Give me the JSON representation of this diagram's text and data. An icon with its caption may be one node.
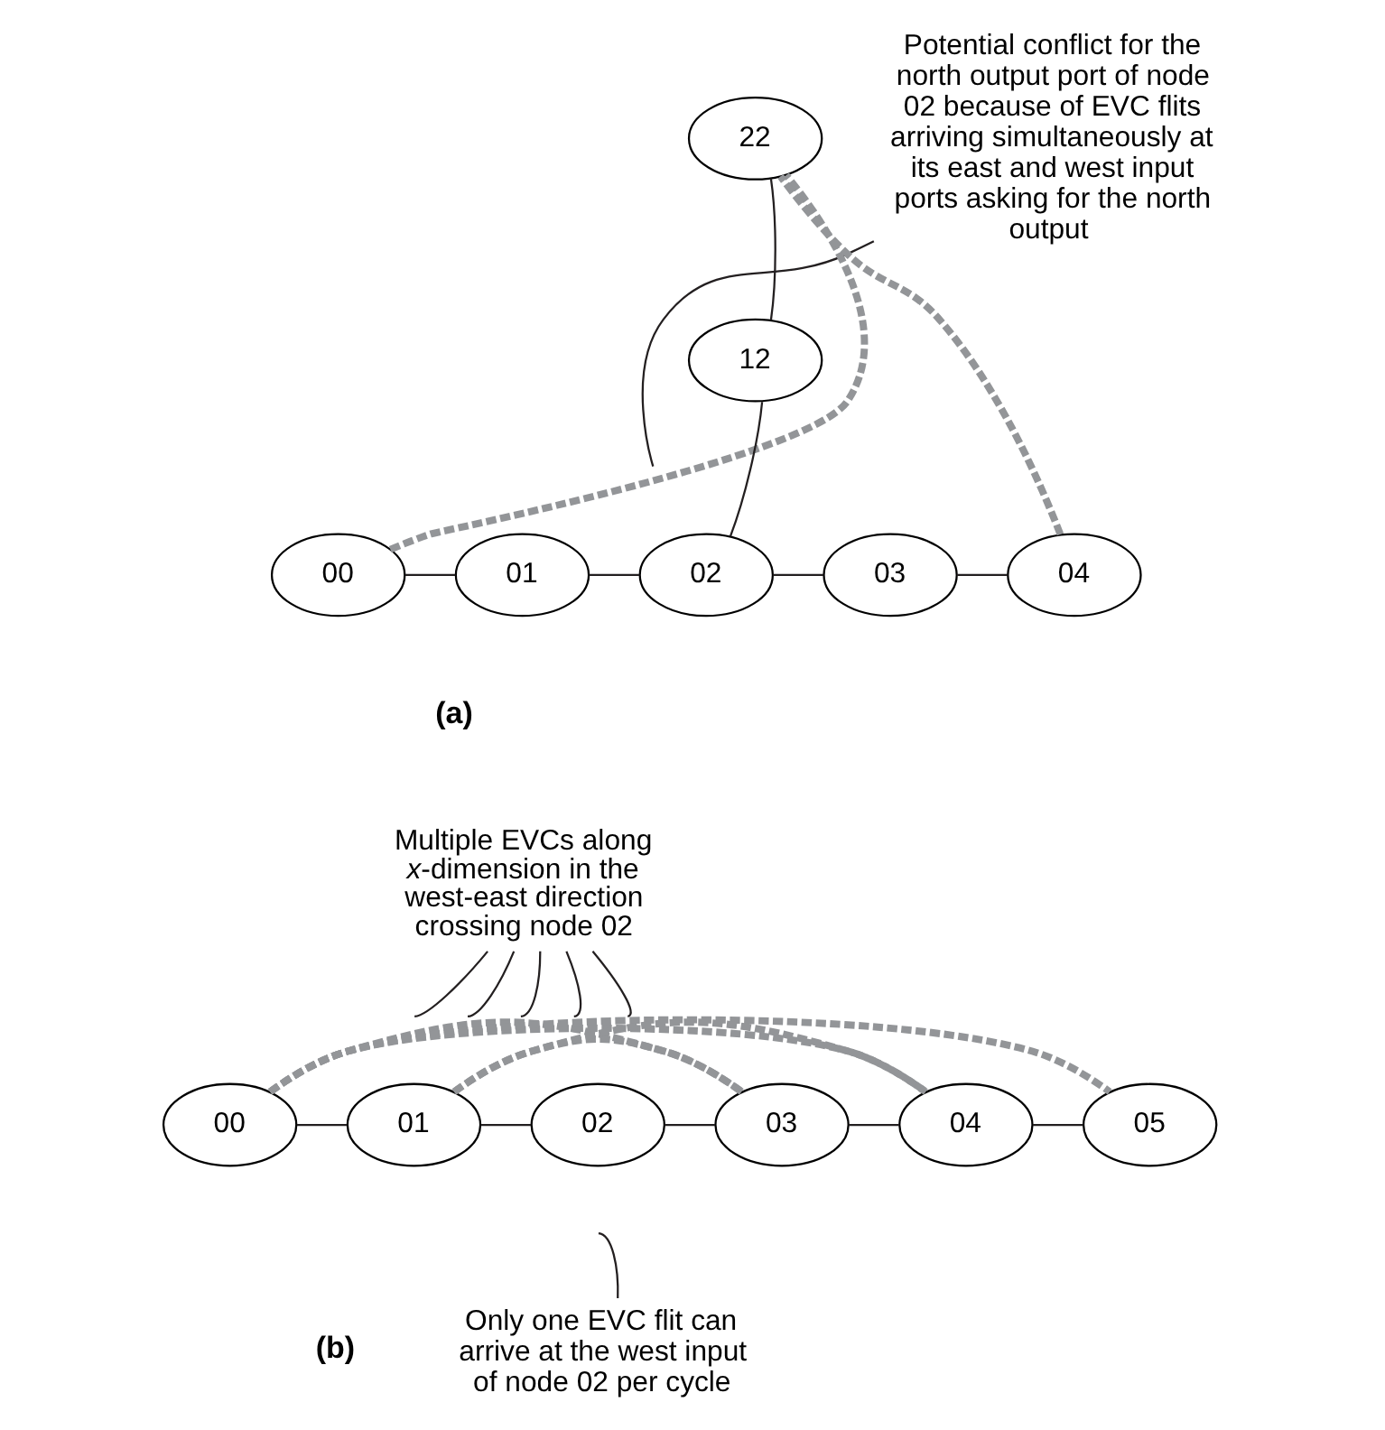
{
  "diagram": {
    "nodes": [
      {
        "text": [
          "Potential conflict for the north output port of node 02 because of EVC flits arriving simultaneously at its east and west input ports asking for the north output"
        ]
      },
      {
        "text": [
          "22"
        ]
      },
      {
        "text": [
          "12"
        ]
      },
      {
        "text": [
          "00"
        ]
      },
      {
        "text": [
          "01"
        ]
      },
      {
        "text": [
          "02"
        ]
      },
      {
        "text": [
          "03"
        ]
      },
      {
        "text": [
          "04"
        ]
      },
      {
        "text": [
          "Multiple EVCs along *x*-dimension in the west-east direction crossing node 02"
        ]
      },
      {
        "text": [
          "00"
        ]
      },
      {
        "text": [
          "01"
        ]
      },
      {
        "text": [
          "02"
        ]
      },
      {
        "text": [
          "03"
        ]
      },
      {
        "text": [
          "04"
        ]
      },
      {
        "text": [
          "05"
        ]
      },
      {
        "text": [
          "Only one EVC flit can arrive at the west input of node 02 per cycle"
        ]
      }
    ],
    "edges": [
      {
        "from": 2,
        "to": 1,
        "arrow": "none"
      },
      {
        "from": 5,
        "to": 2,
        "arrow": "none"
      },
      {
        "from": 3,
        "to": 4,
        "arrow": "none"
      },
      {
        "from": 4,
        "to": 5,
        "arrow": "none"
      },
      {
        "from": 5,
        "to": 6,
        "arrow": "none"
      },
      {
        "from": 6,
        "to": 7,
        "arrow": "none"
      },
      {
        "from": 3,
        "to": 1,
        "arrow": "none",
        "style": "dashed",
        "color": "#939598"
      },
      {
        "from": 7,
        "to": 1,
        "arrow": "none",
        "style": "dashed",
        "color": "#939598"
      },
      {
        "from": 0,
        "to": null,
        "arrow": "none"
      },
      {
        "from": 9,
        "to": 10,
        "arrow": "none"
      },
      {
        "from": 10,
        "to": 11,
        "arrow": "none"
      },
      {
        "from": 11,
        "to": 12,
        "arrow": "none"
      },
      {
        "from": 12,
        "to": 13,
        "arrow": "none"
      },
      {
        "from": 13,
        "to": 14,
        "arrow": "none"
      },
      {
        "from": 9,
        "to": 12,
        "arrow": "none",
        "style": "dashed",
        "color": "#939598"
      },
      {
        "from": 9,
        "to": 13,
        "arrow": "none",
        "style": "dashed",
        "color": "#939598"
      },
      {
        "from": 9,
        "to": 14,
        "arrow": "none",
        "style": "dashed",
        "color": "#939598"
      },
      {
        "from": 10,
        "to": 12,
        "arrow": "none",
        "style": "dashed",
        "color": "#939598"
      },
      {
        "from": 10,
        "to": 13,
        "arrow": "none",
        "style": "dashed",
        "color": "#939598"
      },
      {
        "from": 8,
        "to": null,
        "arrow": "none"
      },
      {
        "from": 8,
        "to": null,
        "arrow": "none"
      },
      {
        "from": 8,
        "to": null,
        "arrow": "none"
      },
      {
        "from": 8,
        "to": null,
        "arrow": "none"
      },
      {
        "from": 8,
        "to": null,
        "arrow": "none"
      },
      {
        "from": 15,
        "to": null,
        "arrow": "none"
      }
    ],
    "labels": [
      "(a)",
      "(b)"
    ]
  }
}
